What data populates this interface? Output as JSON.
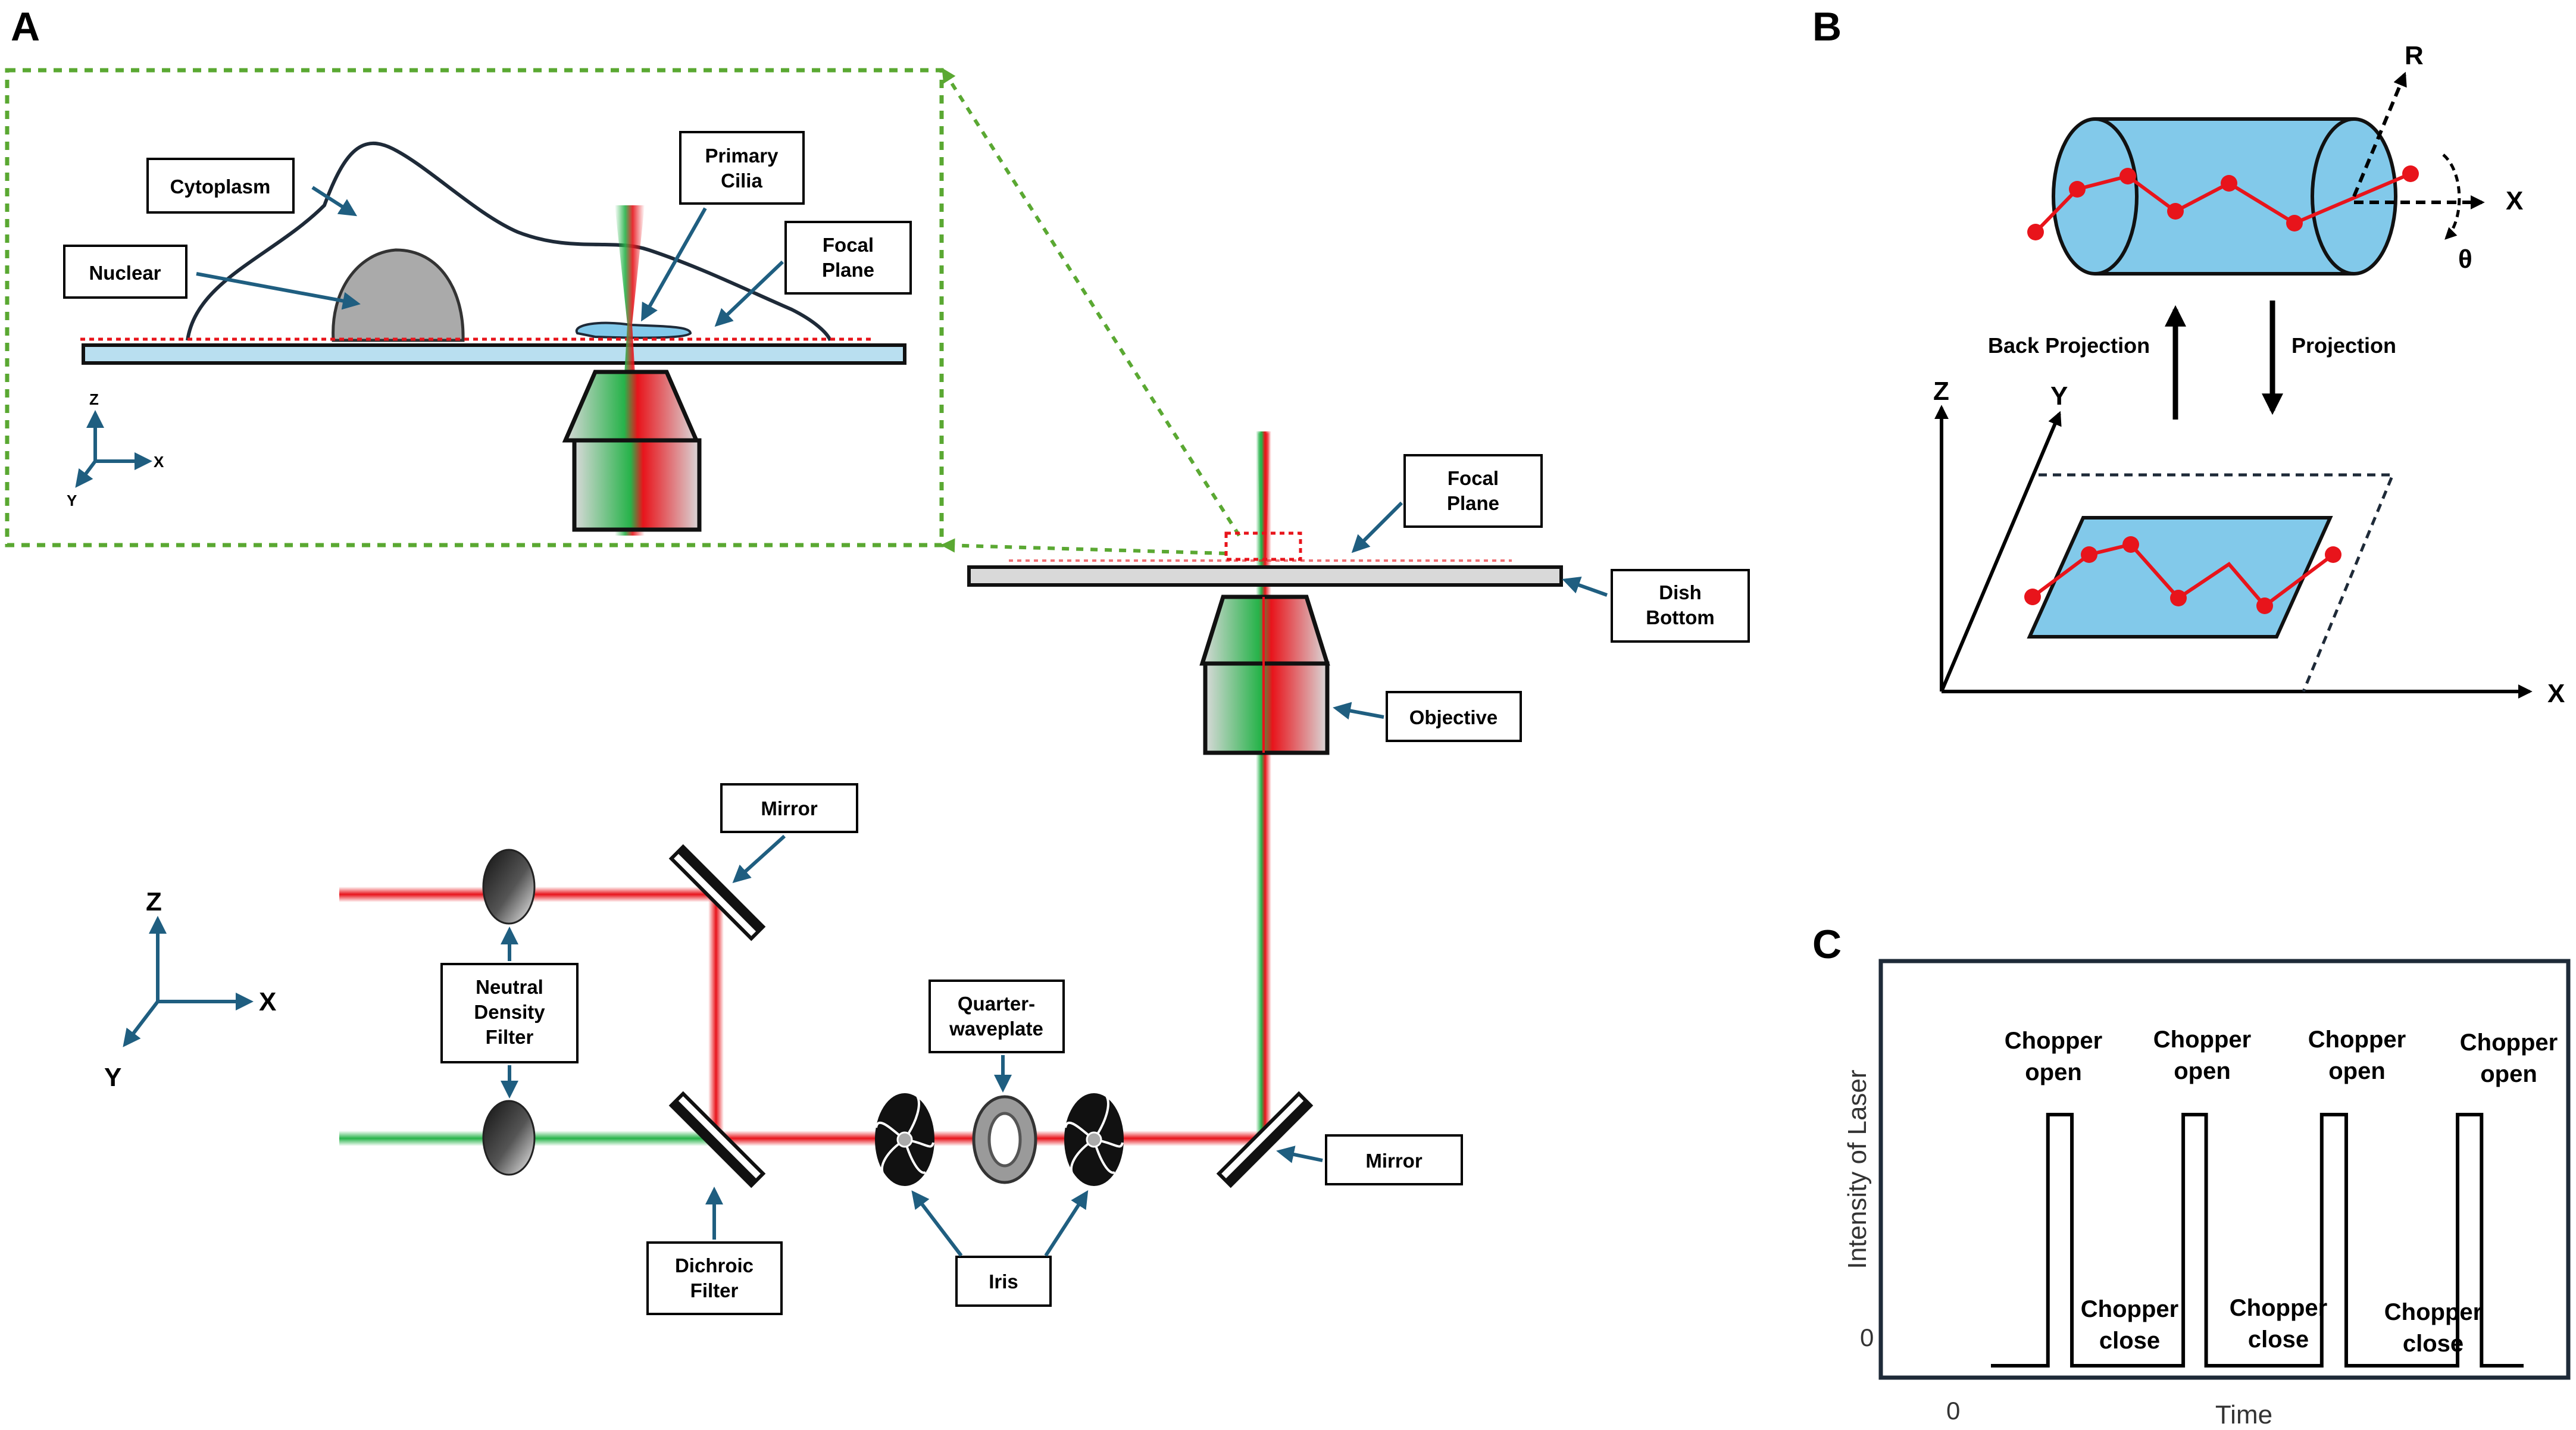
{
  "panels": {
    "a": "A",
    "b": "B",
    "c": "C"
  },
  "inset": {
    "cytoplasm": "Cytoplasm",
    "nuclear": "Nuclear",
    "primary_cilia": [
      "Primary",
      "Cilia"
    ],
    "focal_plane": [
      "Focal",
      "Plane"
    ],
    "axes": {
      "z": "Z",
      "x": "X",
      "y": "Y"
    }
  },
  "setup": {
    "focal_plane": [
      "Focal",
      "Plane"
    ],
    "dish_bottom": [
      "Dish",
      "Bottom"
    ],
    "objective": "Objective",
    "mirror_top": "Mirror",
    "mirror_right": "Mirror",
    "nd_filter": [
      "Neutral",
      "Density",
      "Filter"
    ],
    "quarter_waveplate": [
      "Quarter-",
      "waveplate"
    ],
    "dichroic": [
      "Dichroic",
      "Filter"
    ],
    "iris": "Iris",
    "axes": {
      "z": "Z",
      "x": "X",
      "y": "Y"
    }
  },
  "panel_b": {
    "r": "R",
    "x_top": "X",
    "theta": "θ",
    "back_projection": "Back Projection",
    "projection": "Projection",
    "z": "Z",
    "y": "Y",
    "x": "X"
  },
  "chart_data": {
    "type": "line",
    "title": "",
    "xlabel": "Time",
    "ylabel": "Intensity of Laser",
    "x_tick_labels": [
      "0"
    ],
    "y_tick_labels": [
      "0"
    ],
    "annotations": {
      "open": [
        [
          "Chopper",
          "open"
        ],
        [
          "Chopper",
          "open"
        ],
        [
          "Chopper",
          "open"
        ],
        [
          "Chopper",
          "open"
        ]
      ],
      "close": [
        [
          "Chopper",
          "close"
        ],
        [
          "Chopper",
          "close"
        ],
        [
          "Chopper",
          "close"
        ]
      ]
    },
    "series": [
      {
        "values": [
          0,
          0,
          1,
          1,
          0,
          0,
          1,
          1,
          0,
          0,
          1,
          1,
          0,
          0,
          1,
          1,
          0,
          0
        ]
      }
    ],
    "pulses": [
      {
        "start": 0.107,
        "end": 0.152
      },
      {
        "start": 0.361,
        "end": 0.404
      },
      {
        "start": 0.621,
        "end": 0.667
      },
      {
        "start": 0.876,
        "end": 0.921
      }
    ],
    "ylim": [
      0,
      1.2
    ]
  },
  "colors": {
    "accent": "#1f5e80",
    "red_beam": "#e8141b",
    "green_beam": "#27b34a",
    "cell_fill": "#82c9ea",
    "inset_border": "#5aa832"
  }
}
